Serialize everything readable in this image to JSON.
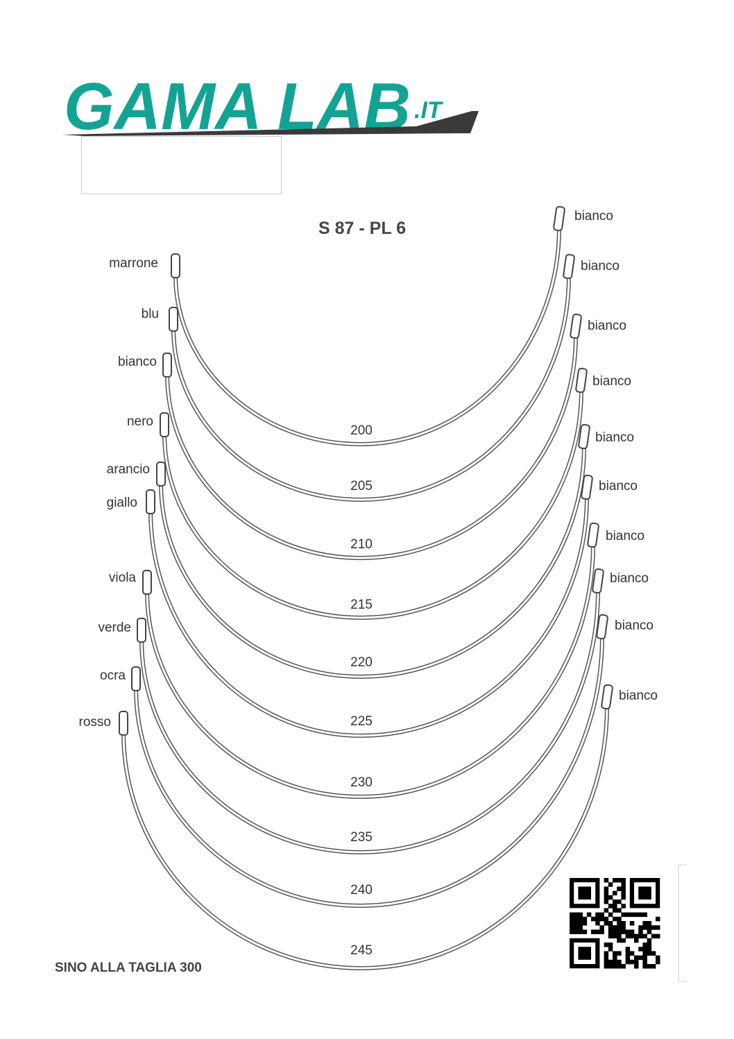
{
  "logo": {
    "text": "GAMA LAB",
    "suffix": ".IT",
    "color": "#12a394",
    "swoosh_color": "#3a3a3a"
  },
  "title": "S 87 - PL 6",
  "footer": "SINO ALLA TAGLIA 300",
  "wires": [
    {
      "size": "200",
      "left_color": "marrone",
      "right_color": "bianco"
    },
    {
      "size": "205",
      "left_color": "blu",
      "right_color": "bianco"
    },
    {
      "size": "210",
      "left_color": "bianco",
      "right_color": "bianco"
    },
    {
      "size": "215",
      "left_color": "nero",
      "right_color": "bianco"
    },
    {
      "size": "220",
      "left_color": "arancio",
      "right_color": "bianco"
    },
    {
      "size": "225",
      "left_color": "giallo",
      "right_color": "bianco"
    },
    {
      "size": "230",
      "left_color": "viola",
      "right_color": "bianco"
    },
    {
      "size": "235",
      "left_color": "verde",
      "right_color": "bianco"
    },
    {
      "size": "240",
      "left_color": "ocra",
      "right_color": "bianco"
    },
    {
      "size": "245",
      "left_color": "rosso",
      "right_color": "bianco"
    }
  ]
}
